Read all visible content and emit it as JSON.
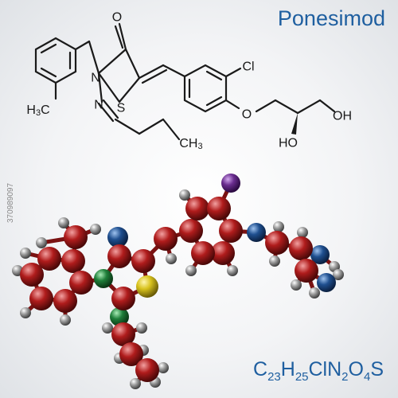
{
  "title": "Ponesimod",
  "formula": {
    "parts": [
      {
        "t": "C"
      },
      {
        "s": "23"
      },
      {
        "t": "H"
      },
      {
        "s": "25"
      },
      {
        "t": "ClN"
      },
      {
        "s": "2"
      },
      {
        "t": "O"
      },
      {
        "s": "4"
      },
      {
        "t": "S"
      }
    ]
  },
  "watermark": "370989097",
  "atoms": {
    "o_carbonyl": "O",
    "n_ring": "N",
    "s_ring": "S",
    "n_imine": "N",
    "cl": "Cl",
    "o_ether": "O",
    "oh_end": "OH",
    "ho_mid": "HO",
    "h3c": "H",
    "h3c_sub": "3",
    "h3c_c": "C",
    "ch3": "CH",
    "ch3_sub": "3"
  },
  "colors": {
    "title": "#1f5fa0",
    "carbon": "#b01c1c",
    "oxygen": "#1f4f8f",
    "nitrogen": "#1f7f3a",
    "sulfur": "#d8c21c",
    "chlorine": "#6a2d8f",
    "hydrogen": "#9a9a9a",
    "bond": "#1a1a1a"
  }
}
